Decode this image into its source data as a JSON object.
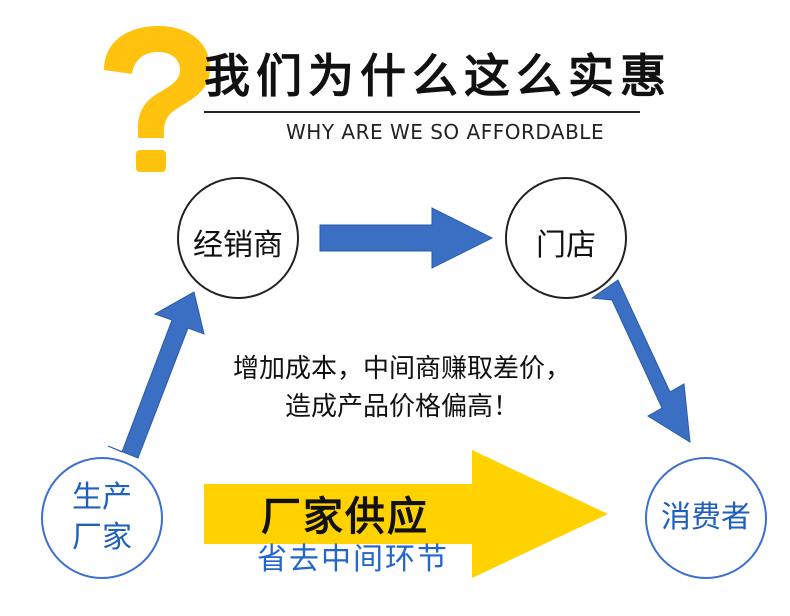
{
  "header": {
    "title": "我们为什么这么实惠",
    "subtitle": "WHY ARE WE SO AFFORDABLE"
  },
  "nodes": {
    "distributor": "经销商",
    "store": "门店",
    "manufacturer_line1": "生产",
    "manufacturer_line2": "厂家",
    "consumer": "消费者"
  },
  "note": {
    "line1": "增加成本，中间商赚取差价，",
    "line2": "造成产品价格偏高！"
  },
  "direct": {
    "label": "厂家供应",
    "sublabel": "省去中间环节"
  },
  "colors": {
    "question_mark": "#ffc20e",
    "blue_arrow": "#3a6fc4",
    "blue_arrow_border": "#2a5aa8",
    "yellow_arrow": "#ffd200",
    "circle_blue": "#3b6fd0",
    "text_blue": "#2266cc"
  }
}
